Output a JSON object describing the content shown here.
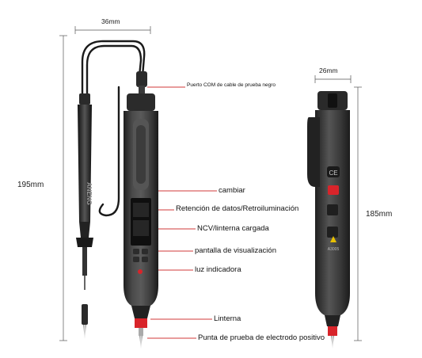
{
  "dimensions": {
    "width_top": "36mm",
    "width_side": "26mm",
    "height_left": "195mm",
    "height_right": "185mm"
  },
  "callouts": [
    "Puerto COM de cable de prueba negro",
    "cambiar",
    "Retención de datos/Retroiluminación",
    "NCV/linterna cargada",
    "pantalla de visualización",
    "luz indicadora",
    "Linterna",
    "Punta de prueba de electrodo positivo"
  ],
  "device": {
    "probe_marking": "ANENG",
    "side_marking": "A3005"
  },
  "colors": {
    "body": "#3b3b3b",
    "body_dark": "#242424",
    "rubber": "#4a4a4a",
    "accent_red": "#d8242a",
    "line": "#d23a3a",
    "dim_line": "#555555"
  }
}
